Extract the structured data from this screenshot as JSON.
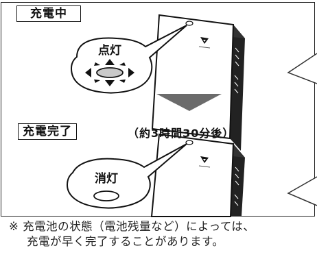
{
  "states": {
    "charging": {
      "box_label": "充電中",
      "bubble_label": "点灯"
    },
    "complete": {
      "box_label": "充電完了",
      "bubble_label": "消灯",
      "duration": "（約3時間30分後）"
    }
  },
  "note": {
    "line1": "※ 充電池の状態（電池残量など）によっては、",
    "line2": "充電が早く完了することがあります。"
  },
  "colors": {
    "arrow": "#6b6b6b",
    "line": "#111111",
    "indicator_on": "#c9c9c9"
  }
}
